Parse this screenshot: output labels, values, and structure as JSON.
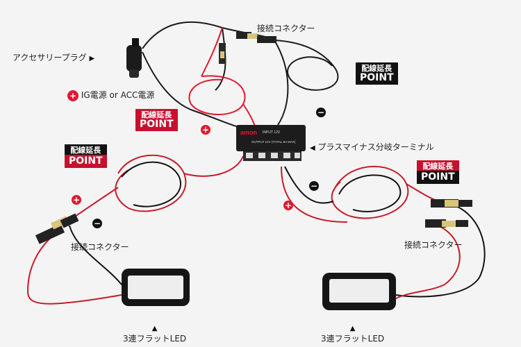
{
  "labels": {
    "accessory_plug": "アクセサリープラグ",
    "connector_top": "接続コネクター",
    "ig_power": "IG電源 or ACC電源",
    "terminal": "プラスマイナス分岐ターミナル",
    "connector_left": "接続コネクター",
    "connector_right": "接続コネクター",
    "led_left": "3連フラットLED",
    "led_right": "3連フラットLED"
  },
  "tags": {
    "line1": "配線延長",
    "line2": "POINT"
  },
  "terminal_box": {
    "brand": "amon",
    "input": "INPUT 12V",
    "output": "OUTPUT 12V (TOTAL 8A MAX)"
  },
  "signs": {
    "plus": "+",
    "minus": "−"
  },
  "colors": {
    "accent_red": "#c8102e",
    "tag_black": "#111111",
    "wire_red": "#e0182d",
    "wire_black": "#1a1a1a"
  }
}
